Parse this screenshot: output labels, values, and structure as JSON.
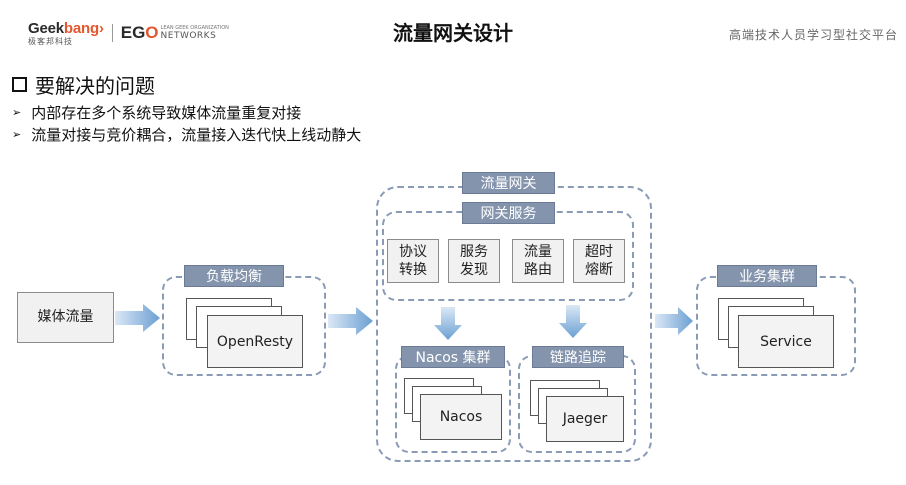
{
  "header": {
    "logo_geekbang": "Geek",
    "logo_geekbang_accent": "bang",
    "logo_geekbang_sub": "极客邦科技",
    "logo_ego": "EG",
    "logo_ego_accent": "O",
    "logo_ego_small": "LEAN GEEK ORGANIZATION",
    "logo_ego_networks": "NETWORKS",
    "title": "流量网关设计",
    "slogan": "高端技术人员学习型社交平台"
  },
  "problem": {
    "heading": "要解决的问题",
    "bullets": [
      "内部存在多个系统导致媒体流量重复对接",
      "流量对接与竞价耦合，流量接入迭代快上线动静大"
    ]
  },
  "diagram": {
    "source": "媒体流量",
    "load_balance": {
      "label": "负载均衡",
      "node": "OpenResty"
    },
    "gateway": {
      "label": "流量网关",
      "service_group": {
        "label": "网关服务",
        "tiles": [
          "协议\n转换",
          "服务\n发现",
          "流量\n路由",
          "超时\n熔断"
        ]
      },
      "nacos": {
        "label": "Nacos 集群",
        "node": "Nacos"
      },
      "tracing": {
        "label": "链路追踪",
        "node": "Jaeger"
      }
    },
    "business": {
      "label": "业务集群",
      "node": "Service"
    },
    "colors": {
      "tag_bg": "#8494ad",
      "dash": "#8a9bb5",
      "arrow_start": "#d7e6f6",
      "arrow_end": "#6b9fd2"
    }
  }
}
